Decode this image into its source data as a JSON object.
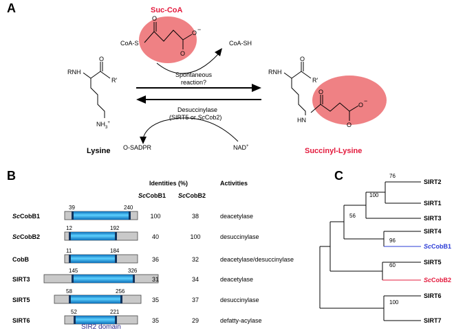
{
  "panel_a": {
    "label": "A",
    "suc_coa": "Suc-CoA",
    "coa_s": "CoA-S",
    "coa_sh": "CoA-SH",
    "minus": "−",
    "o": "O",
    "rnh": "RNH",
    "r_prime": "R′",
    "nh3": "NH",
    "nh3_sub": "3",
    "plus": "+",
    "hn": "HN",
    "spontaneous_line1": "Spontaneous",
    "spontaneous_line2": "reaction?",
    "desucc_line1": "Desuccinylase",
    "desucc_line2_open": "(SIRT5 or ",
    "desucc_line2_italic": "Sc",
    "desucc_line2_close": "Cob2)",
    "o_sadpr": "O-SADPR",
    "nad": "NAD",
    "lysine": "Lysine",
    "succinyl_lysine": "Succinyl-Lysine"
  },
  "panel_b": {
    "label": "B",
    "header_identities": "Identities (%)",
    "header_activities": "Activities",
    "col_1": {
      "italic": "Sc",
      "rest": "CobB1"
    },
    "col_2": {
      "italic": "Sc",
      "rest": "CobB2"
    },
    "domain_label": "SIR2 domain",
    "rows": [
      {
        "name_italic": "Sc",
        "name": "CobB1",
        "start": "39",
        "end": "240",
        "id1": "100",
        "id2": "38",
        "activity": "deacetylase"
      },
      {
        "name_italic": "Sc",
        "name": "CobB2",
        "start": "12",
        "end": "192",
        "id1": "40",
        "id2": "100",
        "activity": "desuccinylase"
      },
      {
        "name_italic": "",
        "name": "CobB",
        "start": "11",
        "end": "184",
        "id1": "36",
        "id2": "32",
        "activity": "deacetylase/desuccinylase"
      },
      {
        "name_italic": "",
        "name": "SIRT3",
        "start": "145",
        "end": "326",
        "id1": "31",
        "id2": "34",
        "activity": "deacetylase"
      },
      {
        "name_italic": "",
        "name": "SIRT5",
        "start": "58",
        "end": "256",
        "id1": "35",
        "id2": "37",
        "activity": "desuccinylase"
      },
      {
        "name_italic": "",
        "name": "SIRT6",
        "start": "52",
        "end": "221",
        "id1": "35",
        "id2": "29",
        "activity": "defatty-acylase"
      }
    ]
  },
  "panel_c": {
    "label": "C",
    "leaves": [
      {
        "italic": "",
        "name": "SIRT2"
      },
      {
        "italic": "",
        "name": "SIRT1"
      },
      {
        "italic": "",
        "name": "SIRT3"
      },
      {
        "italic": "",
        "name": "SIRT4"
      },
      {
        "italic": "Sc",
        "name": "CobB1"
      },
      {
        "italic": "",
        "name": "SIRT5"
      },
      {
        "italic": "Sc",
        "name": "CobB2"
      },
      {
        "italic": "",
        "name": "SIRT6"
      },
      {
        "italic": "",
        "name": "SIRT7"
      }
    ],
    "bootstrap": [
      "76",
      "100",
      "56",
      "96",
      "60",
      "100"
    ],
    "colors": {
      "cobb1_branch": "#2a3bd6",
      "cobb2_branch": "#e3183b",
      "highlight": "#ec6b6f",
      "domain": "#1aa0e0"
    }
  }
}
